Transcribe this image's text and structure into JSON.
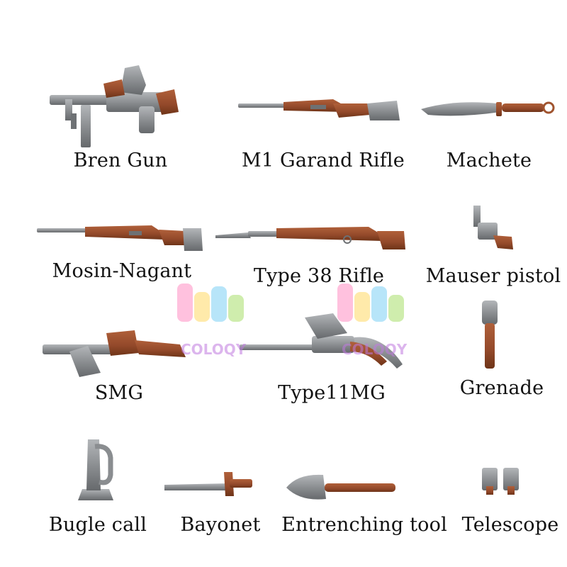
{
  "items": [
    {
      "label": "Bren Gun"
    },
    {
      "label": "M1 Garand Rifle"
    },
    {
      "label": "Machete"
    },
    {
      "label": "Mosin-Nagant"
    },
    {
      "label": "Type 38 Rifle"
    },
    {
      "label": "Mauser pistol"
    },
    {
      "label": "SMG"
    },
    {
      "label": "Type11MG"
    },
    {
      "label": "Grenade"
    },
    {
      "label": "Bugle call"
    },
    {
      "label": "Bayonet"
    },
    {
      "label": "Entrenching tool"
    },
    {
      "label": "Telescope"
    }
  ],
  "watermark": {
    "text": "COLOQY"
  },
  "colors": {
    "metal": "#8a8d90",
    "metal_dark": "#5e6164",
    "wood": "#9a4e2c",
    "wood_dark": "#6e3418",
    "label": "#111111"
  }
}
